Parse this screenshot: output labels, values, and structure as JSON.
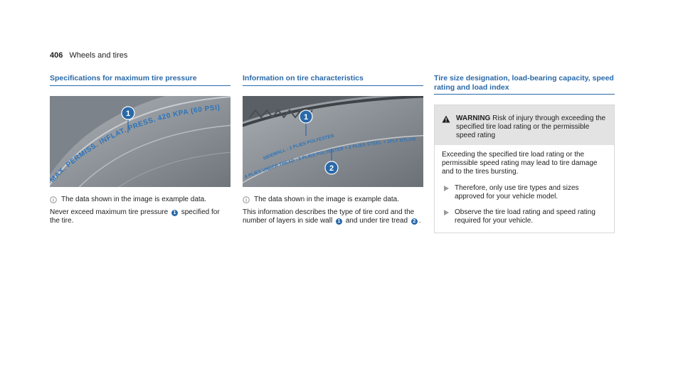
{
  "header": {
    "page_number": "406",
    "section_title": "Wheels and tires"
  },
  "col1": {
    "title": "Specifications for maximum tire pressure",
    "figure": {
      "callout_1": "1",
      "sidewall_text": "MAX. PERMISS. INFLAT. PRESS. 420 KPA (60 PSI)"
    },
    "note": "The data shown in the image is example data.",
    "para_before": "Never exceed maximum tire pressure",
    "badge": "1",
    "para_after": "speci­fied for the tire."
  },
  "col2": {
    "title": "Information on tire characteristics",
    "figure": {
      "callout_1": "1",
      "callout_2": "2",
      "line1": "SIDEWALL : 2 PLIES POLYESTER",
      "line2": "6 PLIES UNDER TREAD : 2 PLIES POLYESTER + 2 PLIES STEEL + 1PLY NYLON"
    },
    "note": "The data shown in the image is example data.",
    "para_part1": "This information describes the type of tire cord and the number of layers in side wall",
    "badge1": "1",
    "para_part2": "and under tire tread",
    "badge2": "2",
    "para_end": "."
  },
  "col3": {
    "title": "Tire size designation, load-bearing capacity, speed rating and load index",
    "warning": {
      "label": "WARNING",
      "text": "Risk of injury through exceed­ing the specified tire load rating or the permissible speed rating",
      "body": "Exceeding the specified tire load rating or the permissible speed rating may lead to tire damage and to the tires bursting.",
      "bullets": [
        "Therefore, only use tire types and sizes approved for your vehicle model.",
        "Observe the tire load rating and speed rating required for your vehicle."
      ]
    }
  },
  "colors": {
    "accent": "#2a69a8",
    "warning_bg": "#e3e3e3",
    "text": "#1e1e1e"
  }
}
